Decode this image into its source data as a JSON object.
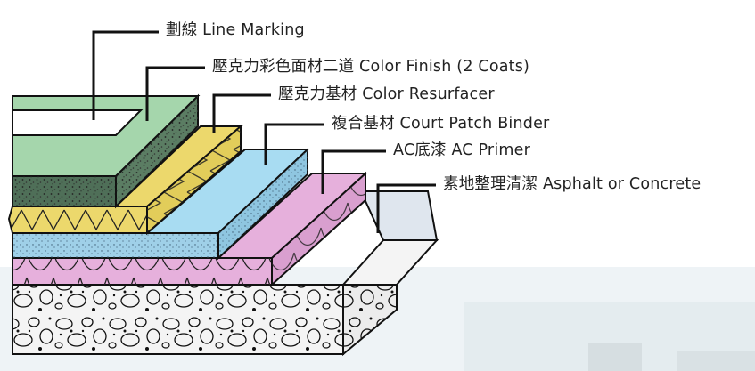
{
  "colors": {
    "line_marking": "#ffffff",
    "color_finish": "#9fd4a8",
    "color_resurfacer": "#e8d86a",
    "court_patch_binder": "#a6daf0",
    "ac_primer": "#e3a8d8",
    "asphalt_concrete": "#f2f2f2",
    "leader_line": "#111111",
    "outline": "#111111"
  },
  "layers": [
    {
      "label": "劃線 Line Marking"
    },
    {
      "label": "壓克力彩色面材二道 Color Finish (2 Coats)"
    },
    {
      "label": "壓克力基材 Color Resurfacer"
    },
    {
      "label": "複合基材 Court Patch Binder"
    },
    {
      "label": "AC底漆 AC Primer"
    },
    {
      "label": "素地整理清潔 Asphalt or Concrete"
    }
  ]
}
